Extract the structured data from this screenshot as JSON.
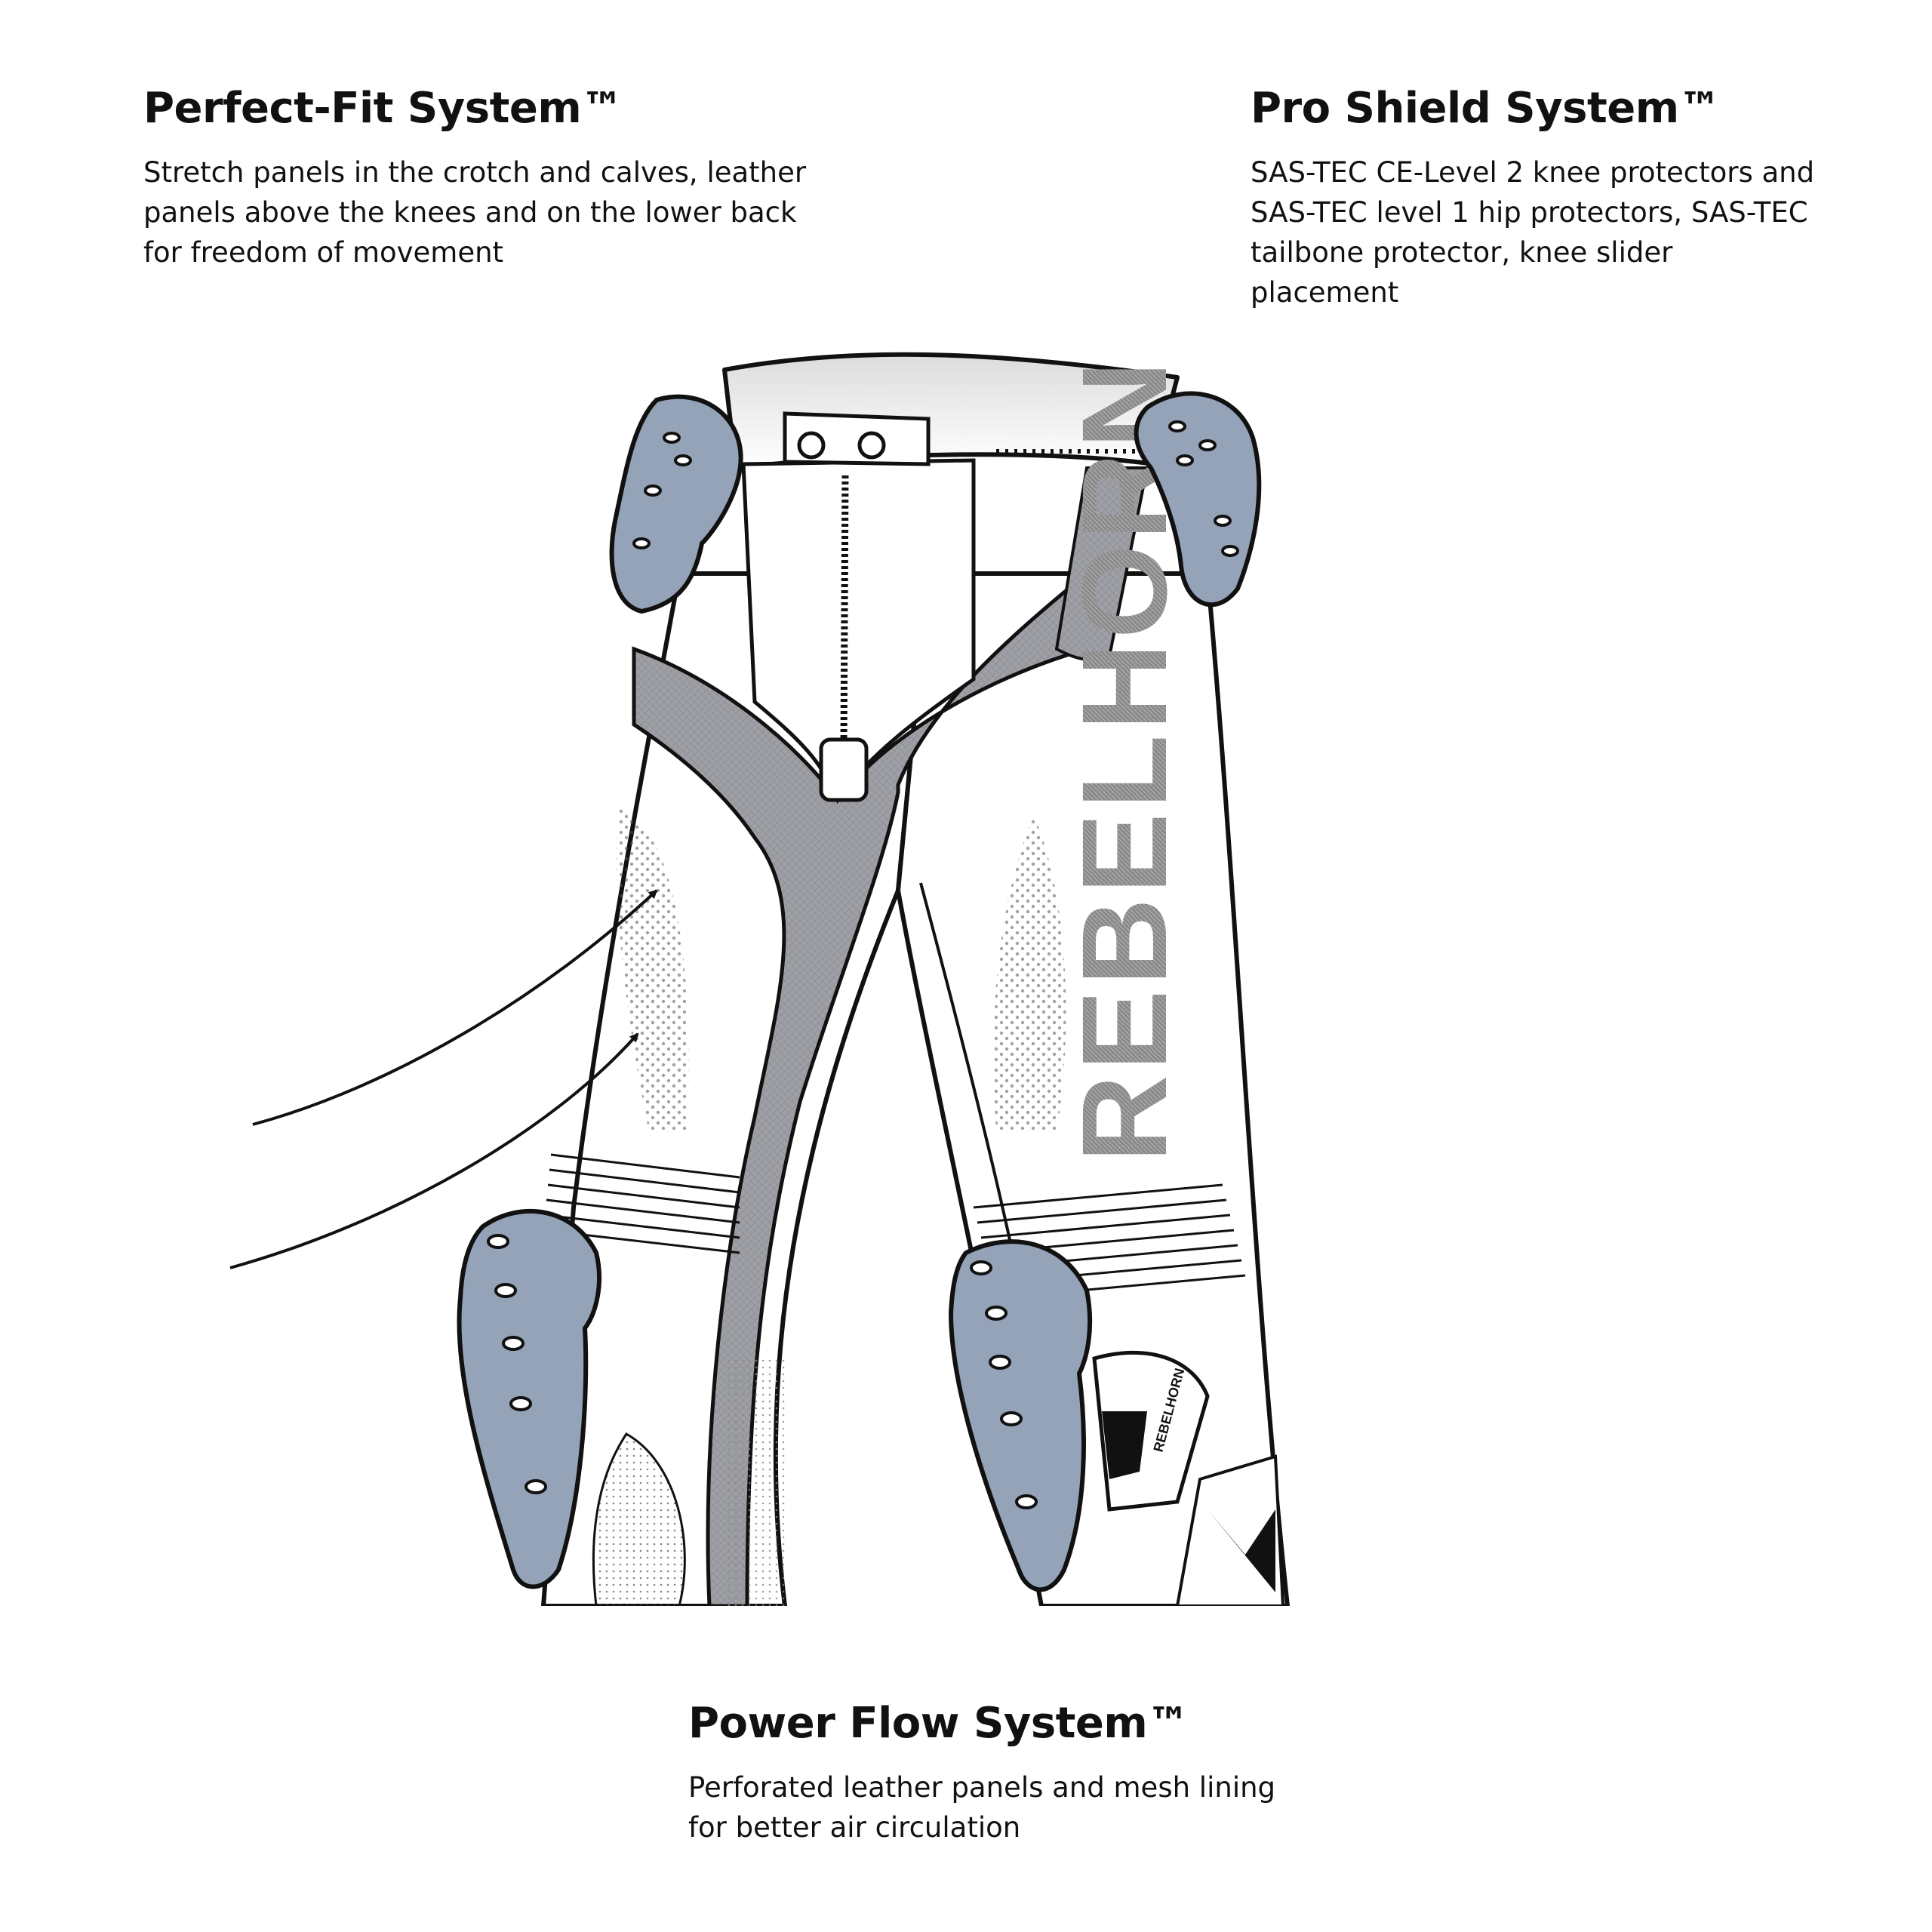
{
  "colors": {
    "background": "#ffffff",
    "text": "#111111",
    "protector": "#94a3b8",
    "mesh_panel": "#9ea0a6",
    "outline": "#111111",
    "logo_gray": "#8a8a8a"
  },
  "features": {
    "perfect_fit": {
      "title": "Perfect-Fit System™",
      "description": "Stretch panels in the crotch and calves, leather panels above the knees and on the lower back for freedom of movement"
    },
    "pro_shield": {
      "title": "Pro Shield System™",
      "description": "SAS-TEC CE-Level 2 knee protectors and SAS-TEC level 1 hip protectors, SAS-TEC tailbone protector, knee slider placement"
    },
    "power_flow": {
      "title": "Power Flow System™",
      "description": "Perforated leather panels and mesh lining for better air circulation"
    }
  },
  "illustration": {
    "brand_logo": "REBELHORN",
    "brand_wordmark": "REBELHORN",
    "icons": [
      "hip-protector-icon",
      "knee-protector-icon",
      "zipper-icon",
      "callout-arrow-icon"
    ]
  }
}
